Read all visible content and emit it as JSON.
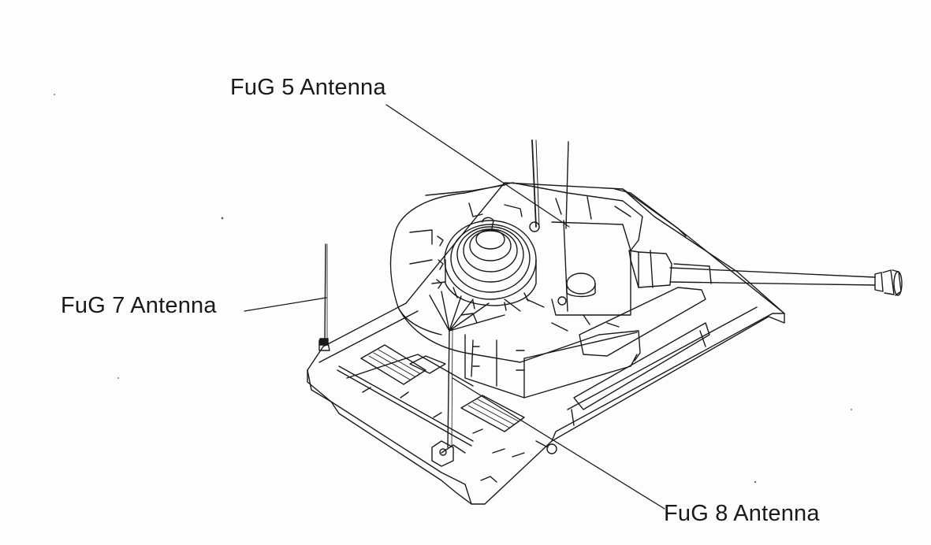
{
  "labels": {
    "fug5": "FuG 5 Antenna",
    "fug7": "FuG 7 Antenna",
    "fug8": "FuG 8 Antenna"
  },
  "colors": {
    "ink": "#1a1a1a",
    "paper": "#fdfdfd"
  }
}
